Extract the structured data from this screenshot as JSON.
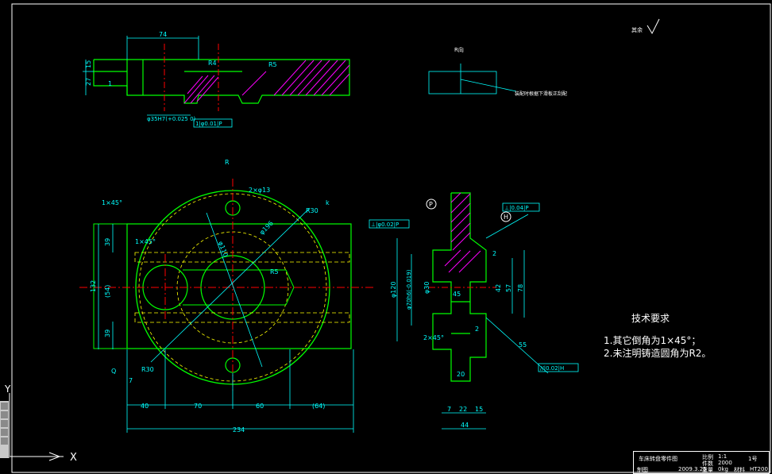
{
  "labels": {
    "dim_74": "74",
    "dim_15": "15",
    "dim_27": "27",
    "dim_1": "1",
    "r4": "R4",
    "r5_top": "R5",
    "dia35": "φ35H7(+0.025 0)",
    "tol_box_top": "1|φ0.01|P",
    "r_dir_top": "R向",
    "note_right": "装配时根据下滑板正刮配",
    "roughness_rest": "其余",
    "r_view": "R",
    "hole_2x13": "2×φ13",
    "r30_top": "R30",
    "dia196": "φ196",
    "dia110": "φ110",
    "r5_mid": "R5",
    "k": "k",
    "chamfer_1x45": "1×45°",
    "dim_132": "132",
    "dim_54": "(54)",
    "dim_39a": "39",
    "dim_39b": "39",
    "r30_bottom": "R30",
    "q": "Q",
    "dim_7": "7",
    "dim_40": "40",
    "dim_70": "70",
    "dim_60": "60",
    "dim_64": "(64)",
    "dim_234": "234",
    "p": "P",
    "h": "H",
    "tol_perp": "⊥|0.04|P",
    "tol_circ": "⊥|φ0.02|P",
    "dim_120": "φ120",
    "dim_70h6": "φ70h6(-0.019)",
    "dim_30": "φ30",
    "dim_42": "42",
    "dim_57": "57",
    "dim_78": "78",
    "dim_2a": "2",
    "dim_2b": "2",
    "dim_2x45": "2×45°",
    "dim_55": "55",
    "dim_45": "45",
    "tol_par": "//|0.02|H",
    "dim_7b": "7",
    "dim_22": "22",
    "dim_15b": "15",
    "dim_44": "44",
    "dim_20": "20",
    "axis_y": "Y",
    "axis_x": "X"
  },
  "tech_requirements": {
    "title": "技术要求",
    "item1": "1.其它倒角为1×45°；",
    "item2": "2.未注明铸造圆角为R2。"
  },
  "title_block": {
    "name": "车床转盘零件图",
    "scale_label": "比例",
    "scale": "1:1",
    "sheet": "1号",
    "count_label": "件数",
    "count": "2000",
    "drawn_label": "制图",
    "date": "2009.3.25",
    "weight_label": "重量",
    "weight": "0kg",
    "material_label": "材料",
    "material": "HT200"
  }
}
